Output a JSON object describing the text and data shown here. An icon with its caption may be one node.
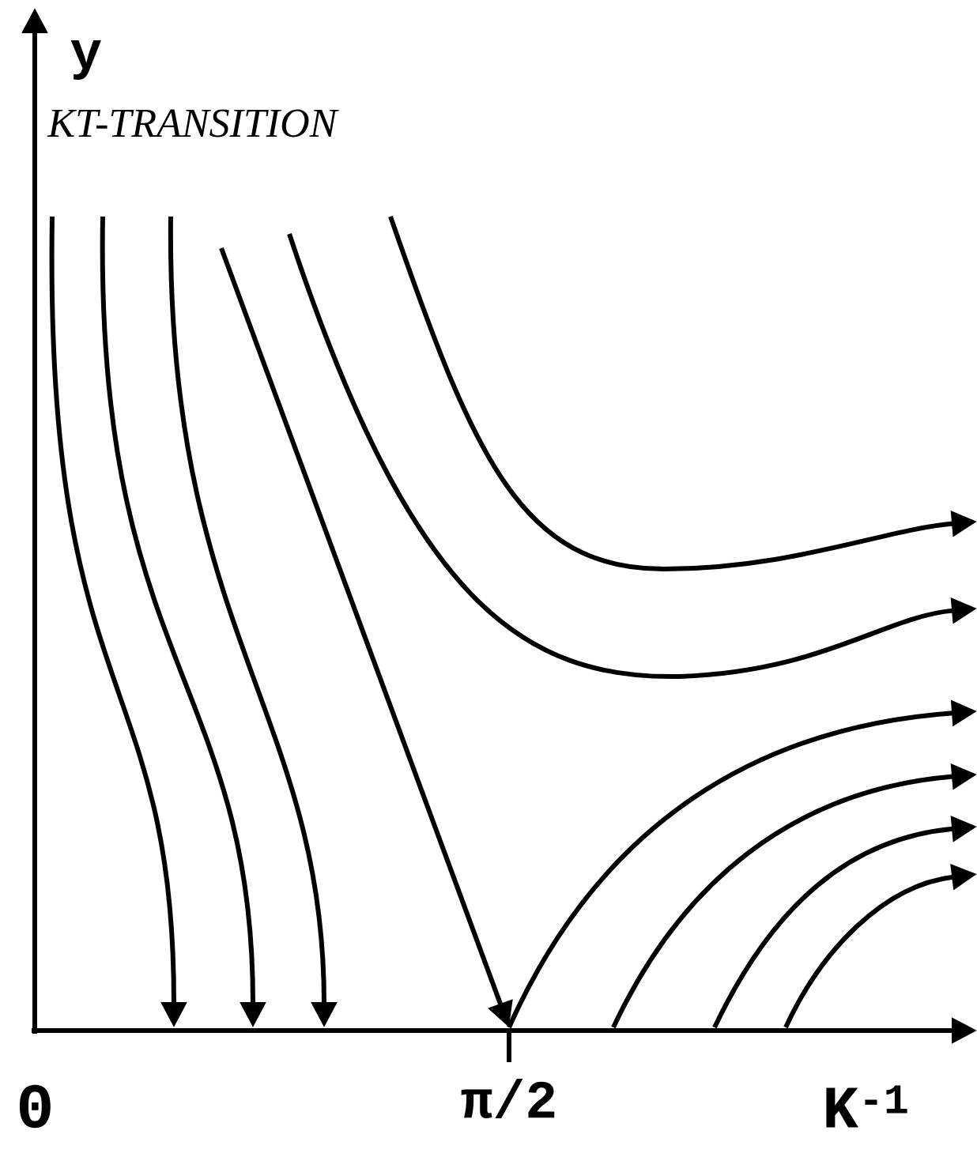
{
  "diagram": {
    "labels": [
      "y",
      "KT-TRANSITION",
      "0",
      "π/2",
      "K$^{-1}$"
    ]
  }
}
